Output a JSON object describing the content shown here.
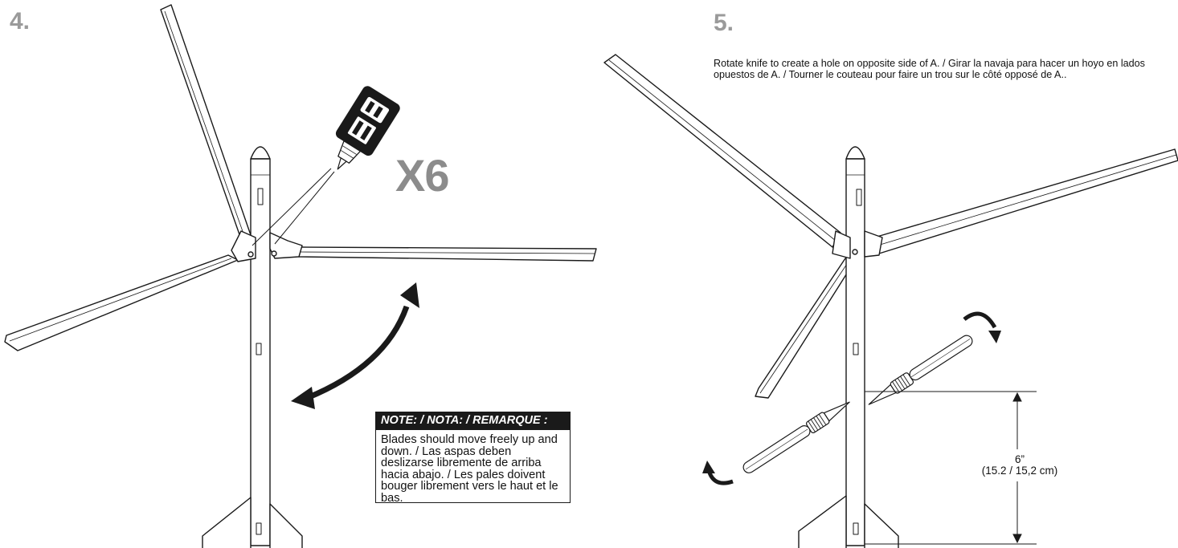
{
  "step4": {
    "number": "4.",
    "multiplier": "X6",
    "note": {
      "title": "NOTE: / NOTA: / REMARQUE :",
      "body": "Blades should move freely up and down. / Las aspas deben deslizarse libremente de arriba hacia abajo. / Les pales doivent bouger librement vers le haut et le bas."
    }
  },
  "step5": {
    "number": "5.",
    "instruction": "Rotate knife to create a hole on opposite side of A. / Girar la navaja para hacer un hoyo en lados opuestos de A. / Tourner le couteau pour faire un trou sur le côté opposé de A..",
    "dimension": {
      "inches": "6”",
      "metric": "(15.2 / 15,2 cm)"
    }
  },
  "icons": [
    "glue-bottle-icon",
    "double-arrow-icon",
    "hobby-knife-icon",
    "rotate-arrow-icon"
  ]
}
